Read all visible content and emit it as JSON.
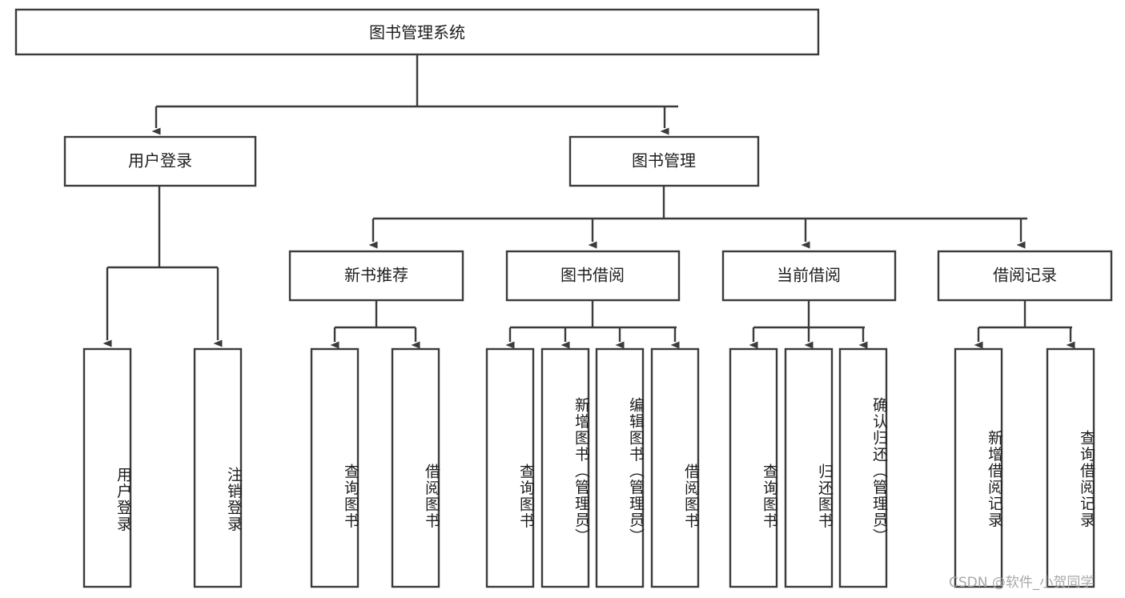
{
  "diagram": {
    "title": "图书管理系统",
    "type": "hierarchy-tree",
    "watermark": "CSDN @软件_小贺同学",
    "colors": {
      "stroke": "#3b3b3b",
      "box_fill": "#ffffff",
      "text": "#1d1d1d",
      "background": "#ffffff",
      "watermark": "#a8a8a8"
    },
    "levels": {
      "root_label": "图书管理系统",
      "level2": [
        "用户登录",
        "图书管理"
      ],
      "level3": [
        "新书推荐",
        "图书借阅",
        "当前借阅",
        "借阅记录"
      ]
    }
  },
  "nodes": {
    "root": {
      "label": "图书管理系统",
      "orientation": "horizontal"
    },
    "user_login": {
      "label": "用户登录",
      "orientation": "horizontal"
    },
    "book_manage": {
      "label": "图书管理",
      "orientation": "horizontal"
    },
    "new_book_rec": {
      "label": "新书推荐",
      "orientation": "horizontal"
    },
    "book_borrow": {
      "label": "图书借阅",
      "orientation": "horizontal"
    },
    "current_borrow": {
      "label": "当前借阅",
      "orientation": "horizontal"
    },
    "borrow_record": {
      "label": "借阅记录",
      "orientation": "horizontal"
    },
    "leaf_user_login": {
      "label": "用户登录",
      "orientation": "vertical"
    },
    "leaf_logout": {
      "label": "注销登录",
      "orientation": "vertical"
    },
    "leaf_query_book_1": {
      "label": "查询图书",
      "orientation": "vertical"
    },
    "leaf_borrow_book_1": {
      "label": "借阅图书",
      "orientation": "vertical"
    },
    "leaf_query_book_2": {
      "label": "查询图书",
      "orientation": "vertical"
    },
    "leaf_add_book": {
      "label": "新增图书（管理员）",
      "orientation": "vertical"
    },
    "leaf_edit_book": {
      "label": "编辑图书（管理员）",
      "orientation": "vertical"
    },
    "leaf_borrow_book_2": {
      "label": "借阅图书",
      "orientation": "vertical"
    },
    "leaf_query_book_3": {
      "label": "查询图书",
      "orientation": "vertical"
    },
    "leaf_return_book": {
      "label": "归还图书",
      "orientation": "vertical"
    },
    "leaf_confirm_return": {
      "label": "确认归还（管理员）",
      "orientation": "vertical"
    },
    "leaf_add_record": {
      "label": "新增借阅记录",
      "orientation": "vertical"
    },
    "leaf_query_record": {
      "label": "查询借阅记录",
      "orientation": "vertical"
    }
  },
  "edges": [
    {
      "from": "图书管理系统",
      "to": "用户登录"
    },
    {
      "from": "图书管理系统",
      "to": "图书管理"
    },
    {
      "from": "用户登录",
      "to": "用户登录"
    },
    {
      "from": "用户登录",
      "to": "注销登录"
    },
    {
      "from": "图书管理",
      "to": "新书推荐"
    },
    {
      "from": "图书管理",
      "to": "图书借阅"
    },
    {
      "from": "图书管理",
      "to": "当前借阅"
    },
    {
      "from": "图书管理",
      "to": "借阅记录"
    },
    {
      "from": "新书推荐",
      "to": "查询图书"
    },
    {
      "from": "新书推荐",
      "to": "借阅图书"
    },
    {
      "from": "图书借阅",
      "to": "查询图书"
    },
    {
      "from": "图书借阅",
      "to": "新增图书（管理员）"
    },
    {
      "from": "图书借阅",
      "to": "编辑图书（管理员）"
    },
    {
      "from": "图书借阅",
      "to": "借阅图书"
    },
    {
      "from": "当前借阅",
      "to": "查询图书"
    },
    {
      "from": "当前借阅",
      "to": "归还图书"
    },
    {
      "from": "当前借阅",
      "to": "确认归还（管理员）"
    },
    {
      "from": "借阅记录",
      "to": "新增借阅记录"
    },
    {
      "from": "借阅记录",
      "to": "查询借阅记录"
    }
  ]
}
